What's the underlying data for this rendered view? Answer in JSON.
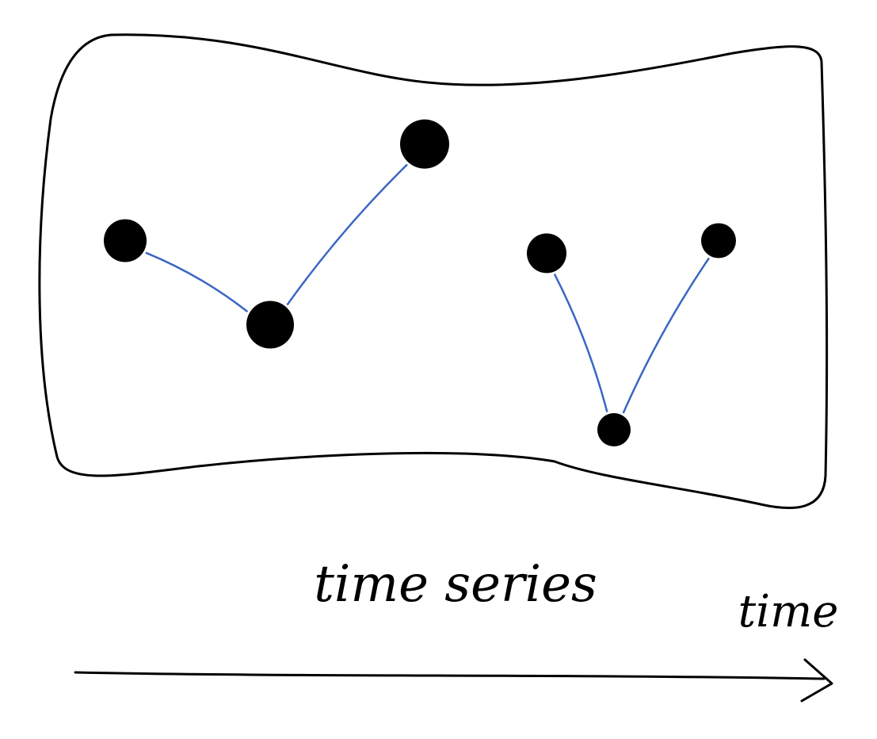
{
  "labels": {
    "caption": "time series",
    "axis": "time"
  },
  "colors": {
    "ink": "#000000",
    "connector": "#3a66c4",
    "background": "#ffffff"
  },
  "series": [
    {
      "points": [
        {
          "order": 1,
          "level": 0.55
        },
        {
          "order": 2,
          "level": 0.35
        },
        {
          "order": 3,
          "level": 0.78
        }
      ]
    },
    {
      "points": [
        {
          "order": 4,
          "level": 0.52
        },
        {
          "order": 5,
          "level": 0.1
        },
        {
          "order": 6,
          "level": 0.55
        }
      ]
    }
  ]
}
